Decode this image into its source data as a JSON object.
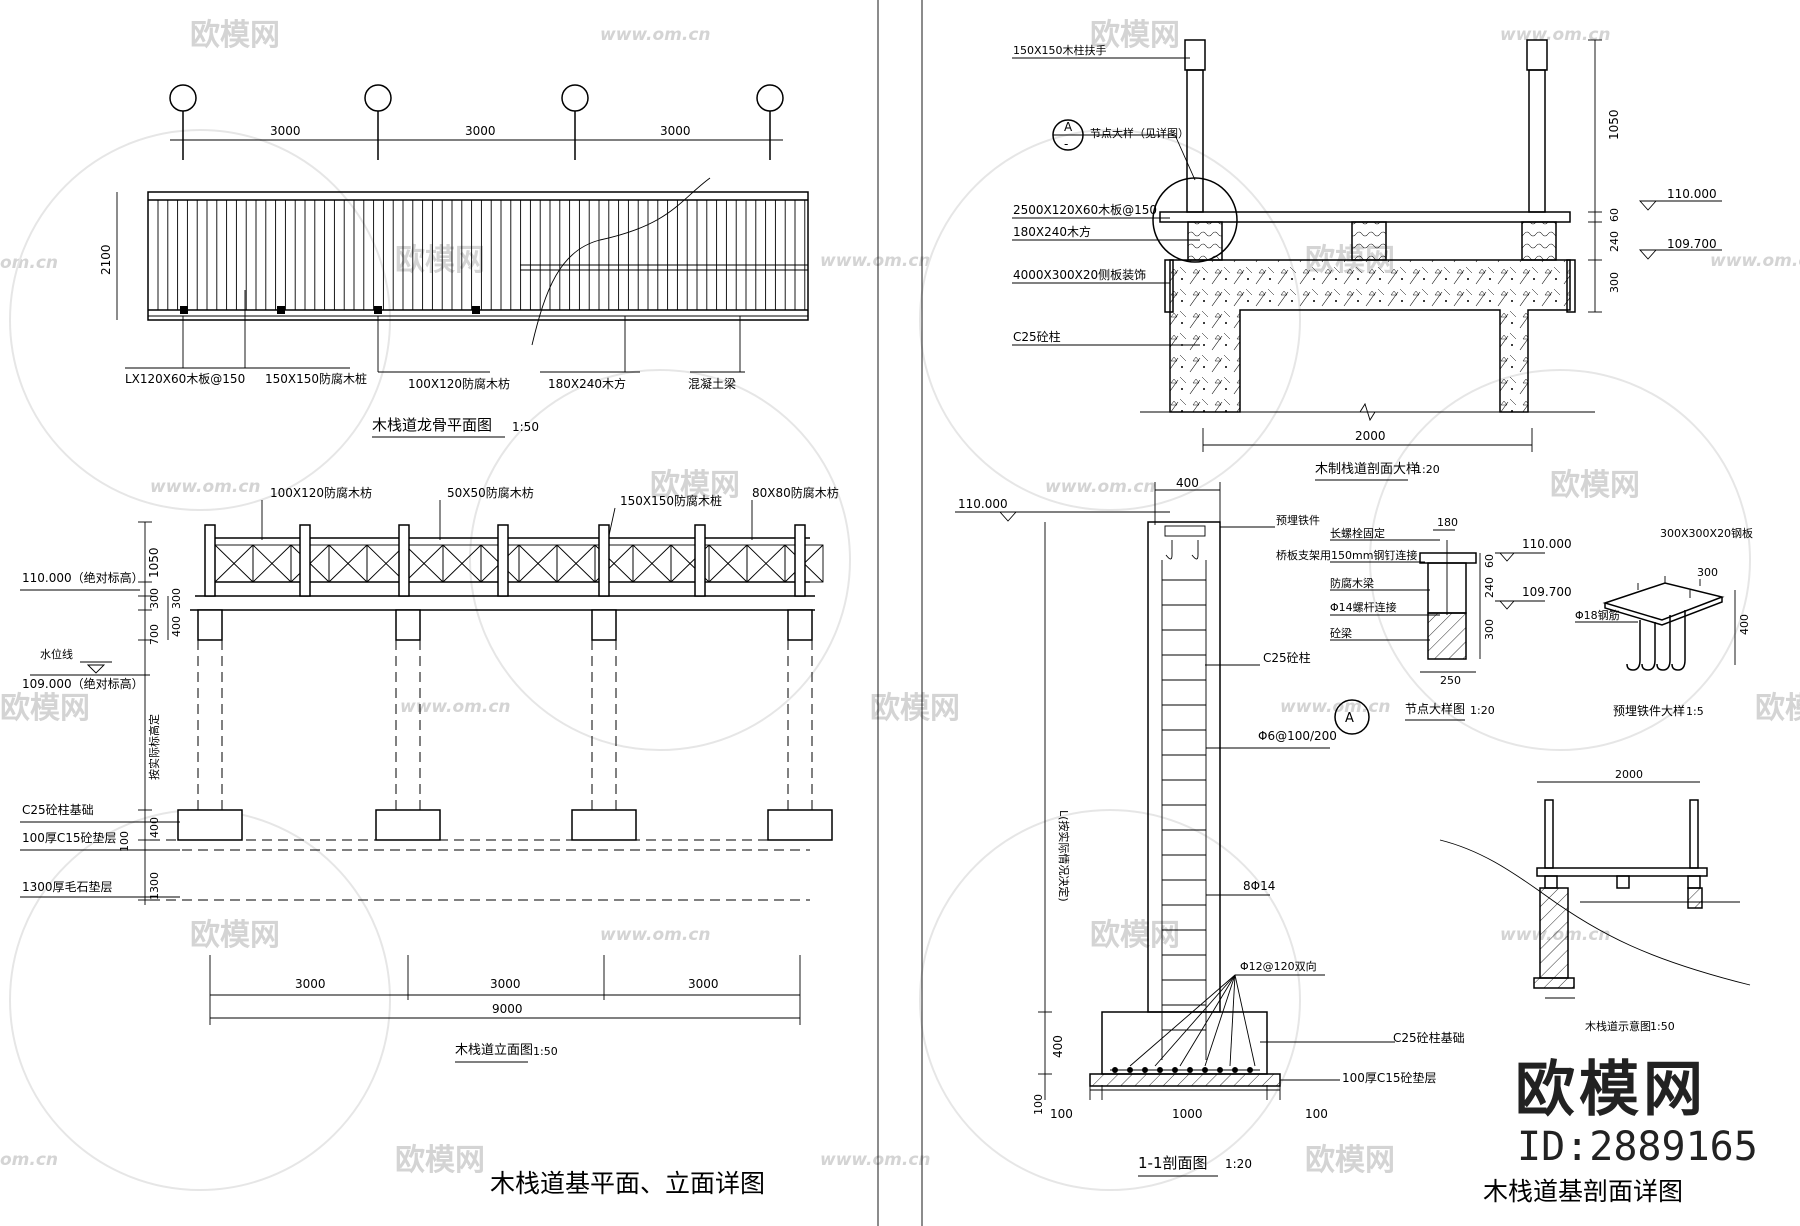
{
  "plan": {
    "title": "木栈道龙骨平面图",
    "scale": "1:50",
    "dims": [
      "3000",
      "3000",
      "3000"
    ],
    "height_dim": "2100",
    "labels": [
      "LX120X60木板@150",
      "150X150防腐木桩",
      "100X120防腐木枋",
      "180X240木方",
      "混凝土梁"
    ]
  },
  "elevation": {
    "title": "木栈道立面图",
    "scale": "1:50",
    "top_labels": [
      "100X120防腐木枋",
      "50X50防腐木枋",
      "150X150防腐木桩",
      "80X80防腐木枋"
    ],
    "level_top": "110.000（绝对标高）",
    "water_line": "水位线",
    "level_water": "109.000（绝对标高）",
    "left_labels": [
      "C25砼柱基础",
      "100厚C15砼垫层",
      "1300厚毛石垫层"
    ],
    "vdims": [
      "1050",
      "300",
      "300",
      "400",
      "700",
      "400",
      "100",
      "1300"
    ],
    "vdim_text": "按实际标高定",
    "bottom_dims": [
      "3000",
      "3000",
      "3000"
    ],
    "total_dim": "9000"
  },
  "section": {
    "title": "木制栈道剖面大样",
    "scale": "1:20",
    "labels": [
      "150X150木柱扶手",
      "节点大样（见详图）",
      "2500X120X60木板@150",
      "180X240木方",
      "4000X300X20侧板装饰",
      "C25砼柱"
    ],
    "marker_top": "A",
    "marker_bottom": "-",
    "levels": [
      "110.000",
      "109.700"
    ],
    "vdims": [
      "1050",
      "60",
      "240",
      "300"
    ],
    "width_dim": "2000"
  },
  "column": {
    "title": "1-1剖面图",
    "scale": "1:20",
    "top_dim": "400",
    "level": "110.000",
    "labels": [
      "预埋铁件",
      "C25砼柱",
      "Φ6@100/200",
      "8Φ14",
      "Φ12@120双向",
      "C25砼柱基础",
      "100厚C15砼垫层"
    ],
    "vert_text": "L(按实际情况决定)",
    "bottom_dims": [
      "100",
      "1000",
      "100"
    ],
    "foot_dims": [
      "400",
      "100"
    ],
    "marker": "A"
  },
  "node": {
    "title": "节点大样图",
    "scale": "1:20",
    "labels": [
      "长螺栓固定",
      "桥板支架用150mm钢钉连接",
      "防腐木梁",
      "Φ14螺杆连接",
      "砼梁"
    ],
    "levels": [
      "110.000",
      "109.700"
    ],
    "dims": [
      "180",
      "60",
      "240",
      "300",
      "250"
    ]
  },
  "embed": {
    "title": "预埋铁件大样",
    "scale": "1:5",
    "labels": [
      "300X300X20钢板",
      "Φ18钢筋"
    ],
    "dims": [
      "300",
      "400"
    ]
  },
  "sketch": {
    "title": "木栈道示意图",
    "scale": "1:50",
    "dim": "2000"
  },
  "sheet_titles": {
    "left": "木栈道基平面、立面详图",
    "right": "木栈道基剖面详图"
  },
  "brand": {
    "name": "欧模网",
    "id": "ID:2889165"
  },
  "watermarks": {
    "logo": "欧模网",
    "url": "www.om.cn",
    "short": "om.cn"
  }
}
